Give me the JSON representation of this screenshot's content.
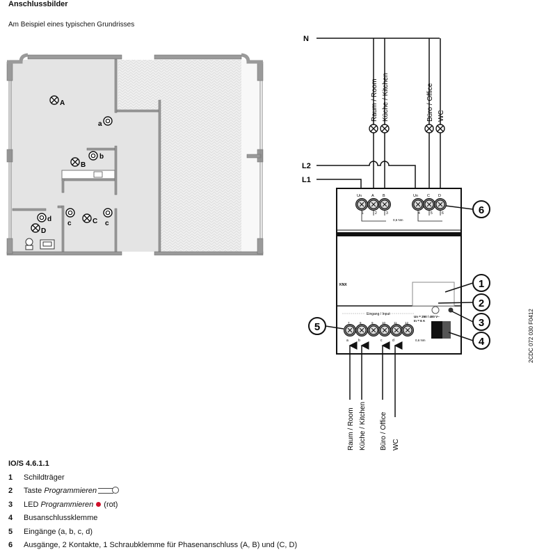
{
  "title": "Anschlussbilder",
  "subtitle": "Am Beispiel eines typischen Grundrisses",
  "plan": {
    "lamps": [
      "A",
      "B",
      "C",
      "D"
    ],
    "inputs": [
      "a",
      "b",
      "c",
      "c",
      "d"
    ]
  },
  "wiring": {
    "N": "N",
    "L1": "L1",
    "L2": "L2",
    "outputs": [
      "Raum / Room",
      "Küche / Kitchen",
      "Büro / Office",
      "WC"
    ],
    "inputs": [
      "Raum / Room",
      "Küche / Kitchen",
      "Büro / Office",
      "WC"
    ]
  },
  "device": {
    "top_terminals": [
      "Un",
      "A",
      "B",
      "Un",
      "C",
      "D"
    ],
    "top_numbers": [
      "1",
      "2",
      "3",
      "4",
      "5",
      "6"
    ],
    "bottom_terminals": [
      "7",
      "8",
      "9",
      "10",
      "11",
      "12"
    ],
    "bottom_letters": [
      "a",
      "b",
      "c",
      "d"
    ],
    "input_header": "Eingang / Input",
    "torque": "0,6 Nm",
    "rating1": "Un = 250 / 400 V~",
    "rating2": "In = 6 A",
    "logo": "KNX",
    "callouts": [
      "1",
      "2",
      "3",
      "4",
      "5",
      "6"
    ]
  },
  "doc_code": "2CDC 072 030 F0412",
  "legend": {
    "heading": "IO/S 4.6.1.1",
    "items": [
      {
        "num": "1",
        "text": "Schildträger"
      },
      {
        "num": "2",
        "text": "Taste",
        "italic": "Programmieren"
      },
      {
        "num": "3",
        "text": "LED",
        "italic": "Programmieren",
        "suffix": "(rot)"
      },
      {
        "num": "4",
        "text": "Busanschlussklemme"
      },
      {
        "num": "5",
        "text": "Eingänge (a, b, c, d)"
      },
      {
        "num": "6",
        "text": "Ausgänge, 2 Kontakte, 1 Schraubklemme für Phasenanschluss (A, B) und (C, D)"
      }
    ]
  },
  "colors": {
    "led": "#d0102a",
    "wall": "#9a9a9a",
    "floor": "#e4e4e4"
  }
}
